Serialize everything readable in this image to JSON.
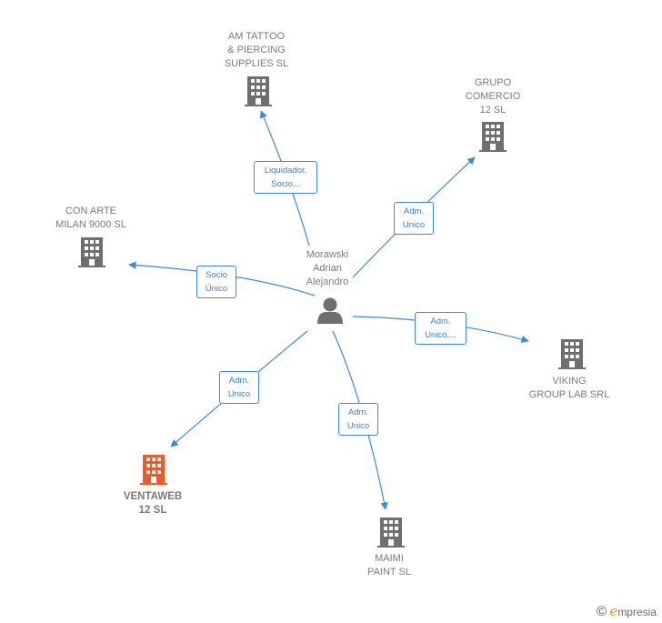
{
  "person": {
    "name": "Morawski\nAdrian\nAlejandro",
    "icon": "person-icon"
  },
  "companies": [
    {
      "id": "am-tattoo",
      "name": "AM TATTOO\n& PIERCING\nSUPPLIES SL",
      "icon": "building-icon",
      "highlight": false
    },
    {
      "id": "grupo-comercio",
      "name": "GRUPO\nCOMERCIO\n12  SL",
      "icon": "building-icon",
      "highlight": false
    },
    {
      "id": "con-arte",
      "name": "CON ARTE\nMILAN 9000  SL",
      "icon": "building-icon",
      "highlight": false
    },
    {
      "id": "viking",
      "name": "VIKING\nGROUP LAB SRL",
      "icon": "building-icon",
      "highlight": false
    },
    {
      "id": "ventaweb",
      "name": "VENTAWEB\n12  SL",
      "icon": "building-icon",
      "highlight": true
    },
    {
      "id": "maimi",
      "name": "MAIMI\nPAINT  SL",
      "icon": "building-icon",
      "highlight": false
    }
  ],
  "relations": [
    {
      "target": "am-tattoo",
      "label": "Liquidador,\nSocio..."
    },
    {
      "target": "grupo-comercio",
      "label": "Adm.\nUnico"
    },
    {
      "target": "con-arte",
      "label": "Socio\nÚnico"
    },
    {
      "target": "viking",
      "label": "Adm.\nUnico,..."
    },
    {
      "target": "ventaweb",
      "label": "Adm.\nUnico"
    },
    {
      "target": "maimi",
      "label": "Adm.\nUnico"
    }
  ],
  "colors": {
    "edge": "#3d8ad8",
    "node": "#6f6f6f",
    "highlight_node": "#f05a28",
    "label": "#7a7a7a"
  },
  "brand": {
    "copyright": "©",
    "initial": "e",
    "name": "mpresia"
  }
}
